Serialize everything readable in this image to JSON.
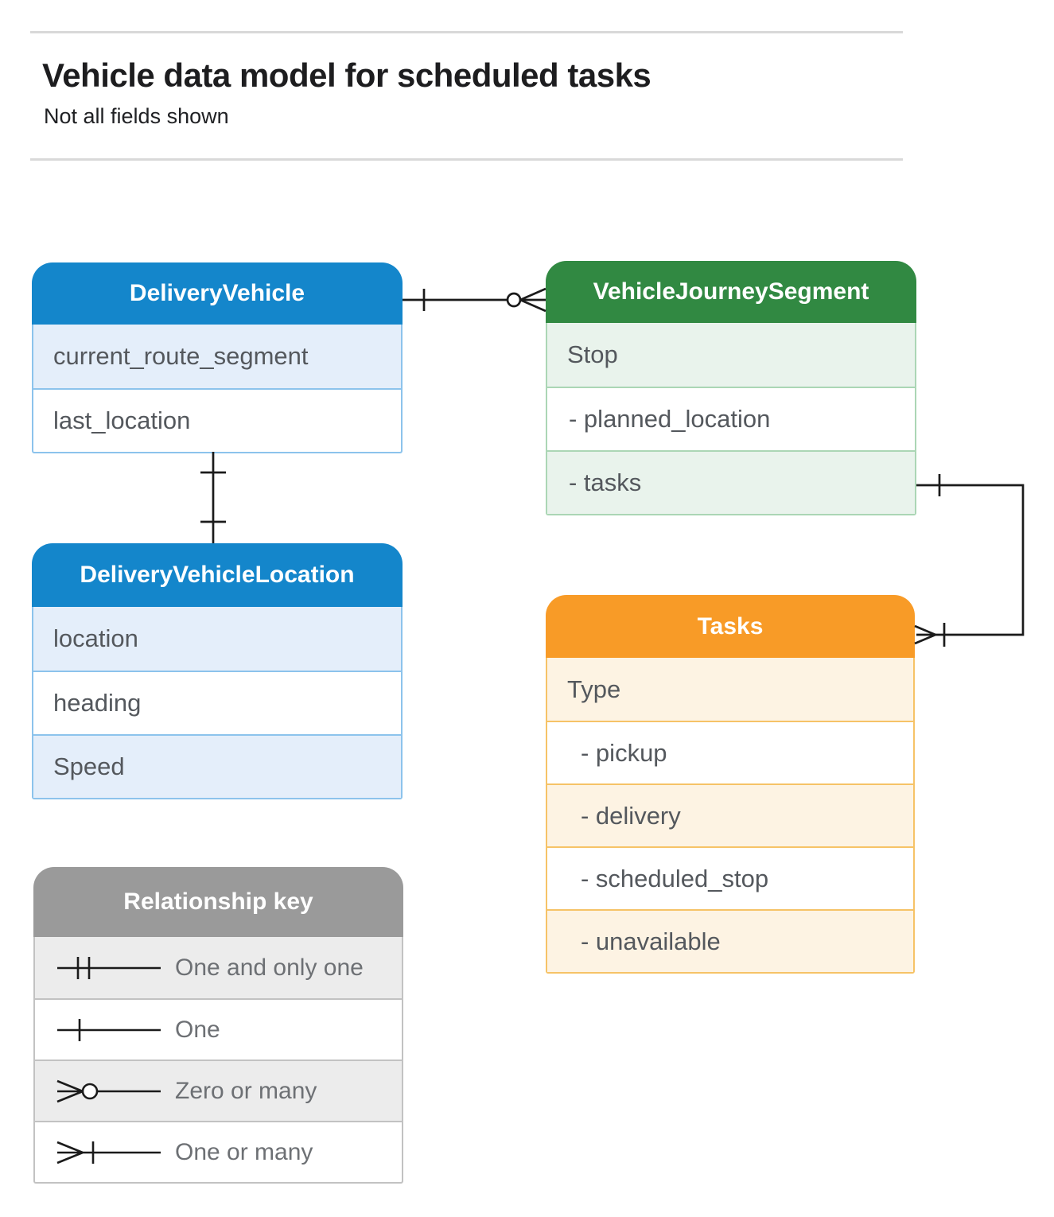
{
  "page": {
    "title": "Vehicle data model for scheduled tasks",
    "subtitle": "Not all fields shown"
  },
  "entities": [
    {
      "name": "DeliveryVehicle",
      "header_color": "#1486cb",
      "fields": [
        "current_route_segment",
        "last_location"
      ]
    },
    {
      "name": "VehicleJourneySegment",
      "header_color": "#318942",
      "fields": [
        "Stop",
        "- planned_location",
        "- tasks"
      ]
    },
    {
      "name": "DeliveryVehicleLocation",
      "header_color": "#1486cb",
      "fields": [
        "location",
        "heading",
        "Speed"
      ]
    },
    {
      "name": "Tasks",
      "header_color": "#f89b27",
      "fields": [
        "Type",
        "- pickup",
        "- delivery",
        "- scheduled_stop",
        "- unavailable"
      ]
    }
  ],
  "relationships": [
    {
      "from": "DeliveryVehicle",
      "to": "VehicleJourneySegment",
      "from_cardinality": "one",
      "to_cardinality": "zero-or-many"
    },
    {
      "from": "DeliveryVehicle",
      "to": "DeliveryVehicleLocation",
      "from_cardinality": "one",
      "to_cardinality": "one"
    },
    {
      "from": "VehicleJourneySegment.tasks",
      "to": "Tasks",
      "from_cardinality": "one",
      "to_cardinality": "one-or-many"
    }
  ],
  "legend": {
    "title": "Relationship key",
    "header_color": "#9a9a9a",
    "items": [
      {
        "symbol": "one-and-only-one-icon",
        "label": "One and only one"
      },
      {
        "symbol": "one-icon",
        "label": "One"
      },
      {
        "symbol": "zero-or-many-icon",
        "label": "Zero or many"
      },
      {
        "symbol": "one-or-many-icon",
        "label": "One or many"
      }
    ]
  },
  "colors": {
    "blue_header": "#1486cb",
    "blue_row": "#e4eefa",
    "green_header": "#318942",
    "green_row": "#e9f3ec",
    "orange_header": "#f89b27",
    "orange_row": "#fdf3e3",
    "gray_header": "#9a9a9a",
    "gray_row": "#ececec",
    "connector": "#1b1b1b",
    "divider": "#d9d9d9",
    "field_text": "#54585d"
  }
}
